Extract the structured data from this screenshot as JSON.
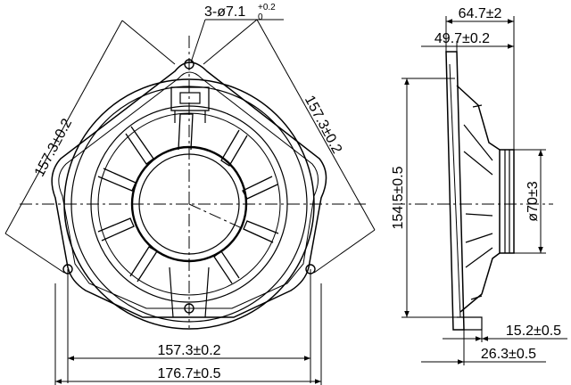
{
  "dimensions": {
    "hole_spec_prefix": "3-ø7.1",
    "hole_tol_upper": "+0.2",
    "hole_tol_lower": "0",
    "left_side": "157.3±0.2",
    "right_side": "157.3±0.2",
    "bottom_inner": "157.3±0.2",
    "bottom_outer": "176.7±0.5",
    "height": "154.5±0.5",
    "depth_total": "64.7±2",
    "depth_flange": "49.7±0.2",
    "magnet_diameter": "ø70±3",
    "mount_15": "15.2±0.5",
    "mount_26": "26.3±0.5"
  }
}
